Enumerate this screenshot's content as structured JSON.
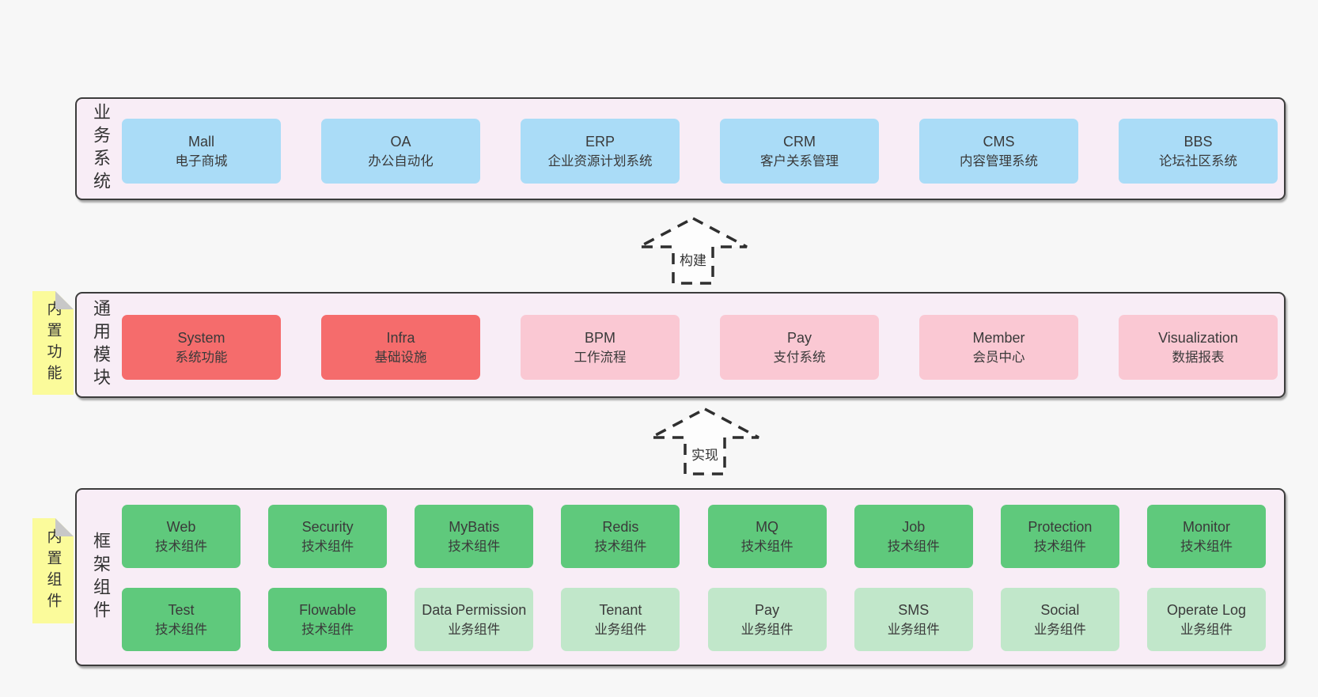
{
  "colors": {
    "page_bg": "#f7f7f7",
    "container_bg": "#f8edf6",
    "container_border": "#3c3c3c",
    "blue_box": "#aadcf7",
    "red_box": "#f56c6c",
    "pink_box": "#fac8d3",
    "green_box": "#5fc97c",
    "light_green_box": "#c1e7ca",
    "sticky_note": "#fbfb9b",
    "sticky_fold": "#c8c8c8",
    "text": "#3a3a3a"
  },
  "layers": {
    "business": {
      "title": "业务系统",
      "boxes": [
        {
          "name": "Mall",
          "desc": "电子商城"
        },
        {
          "name": "OA",
          "desc": "办公自动化"
        },
        {
          "name": "ERP",
          "desc": "企业资源计划系统"
        },
        {
          "name": "CRM",
          "desc": "客户关系管理"
        },
        {
          "name": "CMS",
          "desc": "内容管理系统"
        },
        {
          "name": "BBS",
          "desc": "论坛社区系统"
        }
      ]
    },
    "modules": {
      "title": "通用模块",
      "sticky": "内置功能",
      "boxes": [
        {
          "name": "System",
          "desc": "系统功能"
        },
        {
          "name": "Infra",
          "desc": "基础设施"
        },
        {
          "name": "BPM",
          "desc": "工作流程"
        },
        {
          "name": "Pay",
          "desc": "支付系统"
        },
        {
          "name": "Member",
          "desc": "会员中心"
        },
        {
          "name": "Visualization",
          "desc": "数据报表"
        }
      ]
    },
    "framework": {
      "title": "框架组件",
      "sticky": "内置组件",
      "row1": [
        {
          "name": "Web",
          "desc": "技术组件"
        },
        {
          "name": "Security",
          "desc": "技术组件"
        },
        {
          "name": "MyBatis",
          "desc": "技术组件"
        },
        {
          "name": "Redis",
          "desc": "技术组件"
        },
        {
          "name": "MQ",
          "desc": "技术组件"
        },
        {
          "name": "Job",
          "desc": "技术组件"
        },
        {
          "name": "Protection",
          "desc": "技术组件"
        },
        {
          "name": "Monitor",
          "desc": "技术组件"
        }
      ],
      "row2": [
        {
          "name": "Test",
          "desc": "技术组件"
        },
        {
          "name": "Flowable",
          "desc": "技术组件"
        },
        {
          "name": "Data Permission",
          "desc": "业务组件"
        },
        {
          "name": "Tenant",
          "desc": "业务组件"
        },
        {
          "name": "Pay",
          "desc": "业务组件"
        },
        {
          "name": "SMS",
          "desc": "业务组件"
        },
        {
          "name": "Social",
          "desc": "业务组件"
        },
        {
          "name": "Operate Log",
          "desc": "业务组件"
        }
      ]
    }
  },
  "arrows": [
    {
      "label": "构建"
    },
    {
      "label": "实现"
    }
  ]
}
